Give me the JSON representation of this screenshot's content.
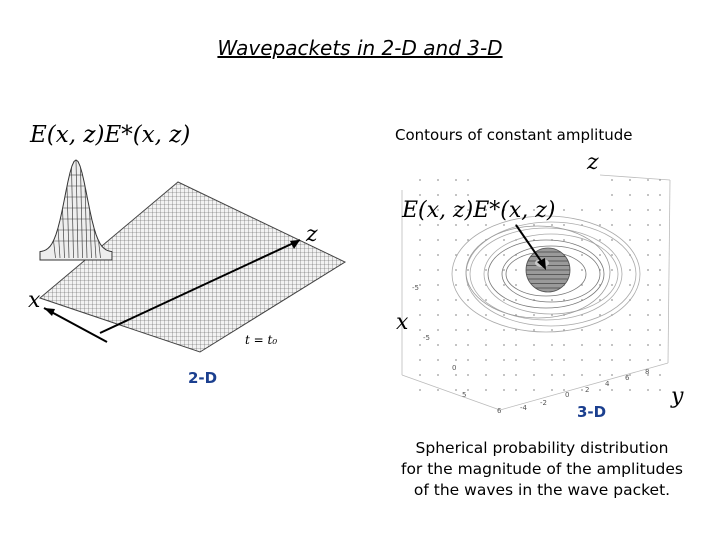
{
  "slide": {
    "title": "Wavepackets in 2-D and 3-D"
  },
  "left_panel": {
    "equation": "E(x, z)E*(x, z)",
    "axis_z": "z",
    "axis_x": "x",
    "time_label": "t = t₀",
    "tag": "2-D"
  },
  "right_panel": {
    "heading": "Contours of constant amplitude",
    "equation": "E(x, z)E*(x, z)",
    "axis_z": "z",
    "axis_x": "x",
    "axis_y": "y",
    "tag": "3-D",
    "caption_lines": [
      "Spherical probability distribution",
      "for the magnitude of the amplitudes",
      "of the waves in the wave packet."
    ]
  }
}
